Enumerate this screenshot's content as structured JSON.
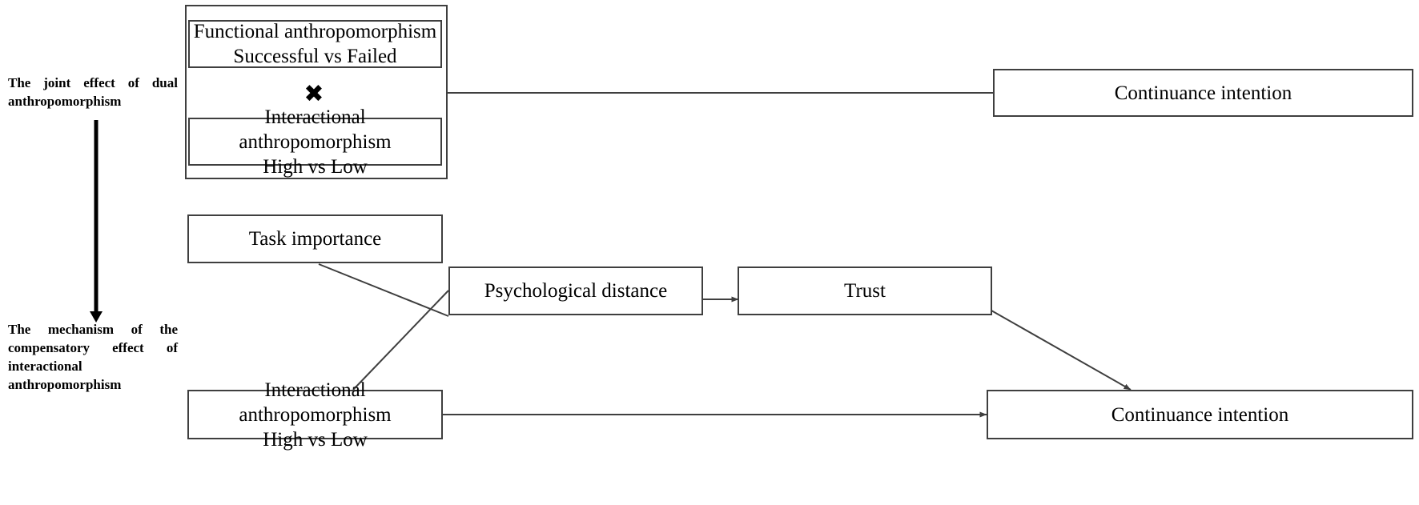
{
  "figure": {
    "kind": "conceptual-research-framework"
  },
  "side_labels": [
    {
      "id": "joint-effect",
      "text": "The joint effect of dual anthropomorphism"
    },
    {
      "id": "mechanism",
      "text": "The mechanism of the compensatory effect of interactional anthropomorphism"
    }
  ],
  "study1": {
    "factor_a": {
      "line1": "Functional anthropomorphism",
      "line2": "Successful vs Failed"
    },
    "operator": "✖",
    "factor_b": {
      "line1": "Interactional anthropomorphism",
      "line2": "High vs Low"
    },
    "outcome": "Continuance intention"
  },
  "study2": {
    "moderator": "Task importance",
    "mediator1": "Psychological distance",
    "mediator2": "Trust",
    "independent": {
      "line1": "Interactional anthropomorphism",
      "line2": "High vs Low"
    },
    "outcome": "Continuance intention"
  },
  "colors": {
    "box_border": "#3f3f3f",
    "line": "#3f3f3f",
    "text": "#000000",
    "background": "#ffffff",
    "arrow_thick": "#000000"
  }
}
